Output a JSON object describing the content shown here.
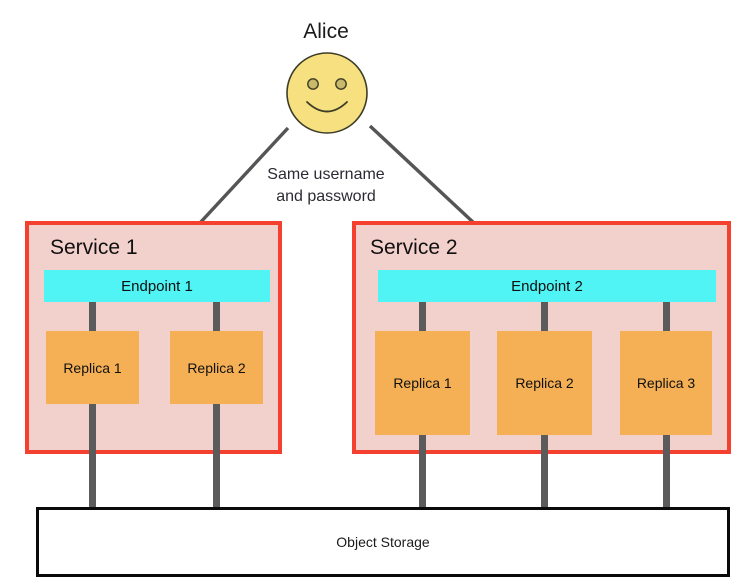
{
  "diagram": {
    "title_person": "Alice",
    "caption": {
      "line1": "Same username",
      "line2": "and password"
    },
    "object_storage": "Object Storage",
    "services": [
      {
        "name": "Service 1",
        "endpoint": "Endpoint 1",
        "replicas": [
          "Replica 1",
          "Replica 2"
        ]
      },
      {
        "name": "Service 2",
        "endpoint": "Endpoint 2",
        "replicas": [
          "Replica 1",
          "Replica 2",
          "Replica 3"
        ]
      }
    ],
    "colors": {
      "service_fill": "#F2D0CC",
      "service_border": "#F4402E",
      "endpoint_fill": "#50F4F4",
      "replica_fill": "#F5B055",
      "storage_fill": "#FFFFFF",
      "storage_border": "#0A0A0A",
      "pipe": "#5B5B5B",
      "arrow": "#555555",
      "face_fill": "#F6E080",
      "face_stroke": "#3D3D27",
      "text": "#101010"
    }
  }
}
